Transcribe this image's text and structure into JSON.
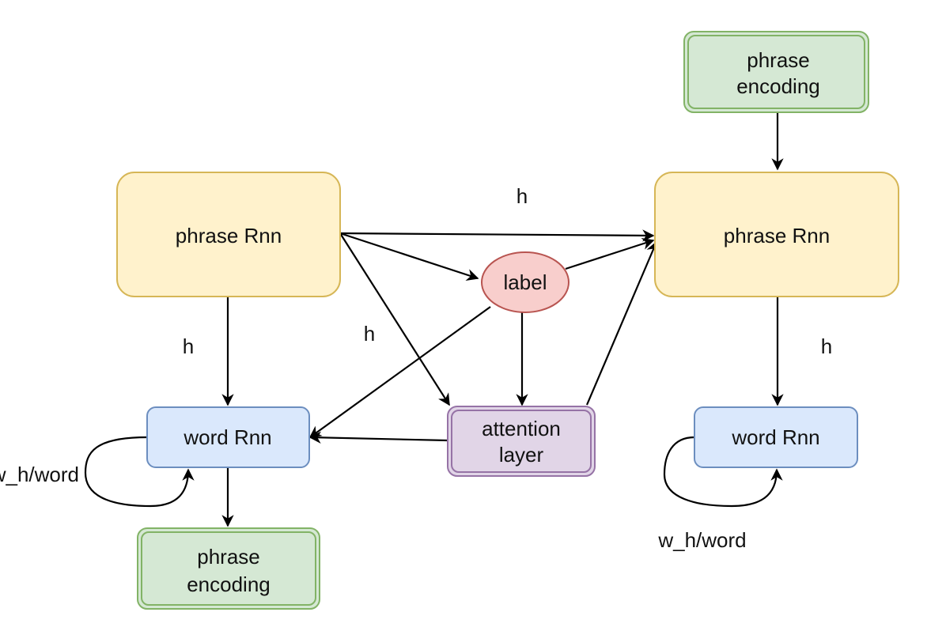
{
  "colors": {
    "rnn_fill": "#fff2cc",
    "rnn_stroke": "#d6b656",
    "word_fill": "#dae8fc",
    "word_stroke": "#6c8ebf",
    "enc_fill": "#d5e8d4",
    "enc_stroke": "#82b366",
    "label_fill": "#f8cecc",
    "label_stroke": "#b85450",
    "attn_fill": "#e1d5e7",
    "attn_stroke": "#9673a6"
  },
  "nodes": {
    "left_phrase_rnn": "phrase Rnn",
    "right_phrase_rnn": "phrase Rnn",
    "left_word_rnn": "word Rnn",
    "right_word_rnn": "word Rnn",
    "top_phrase_encoding": [
      "phrase",
      "encoding"
    ],
    "bottom_phrase_encoding": [
      "phrase",
      "encoding"
    ],
    "label": "label",
    "attention_layer": [
      "attention",
      "layer"
    ]
  },
  "edge_labels": {
    "top_h": "h",
    "left_h": "h",
    "middle_h": "h",
    "right_h": "h",
    "left_loop": "w_h/word",
    "right_loop": "w_h/word"
  }
}
